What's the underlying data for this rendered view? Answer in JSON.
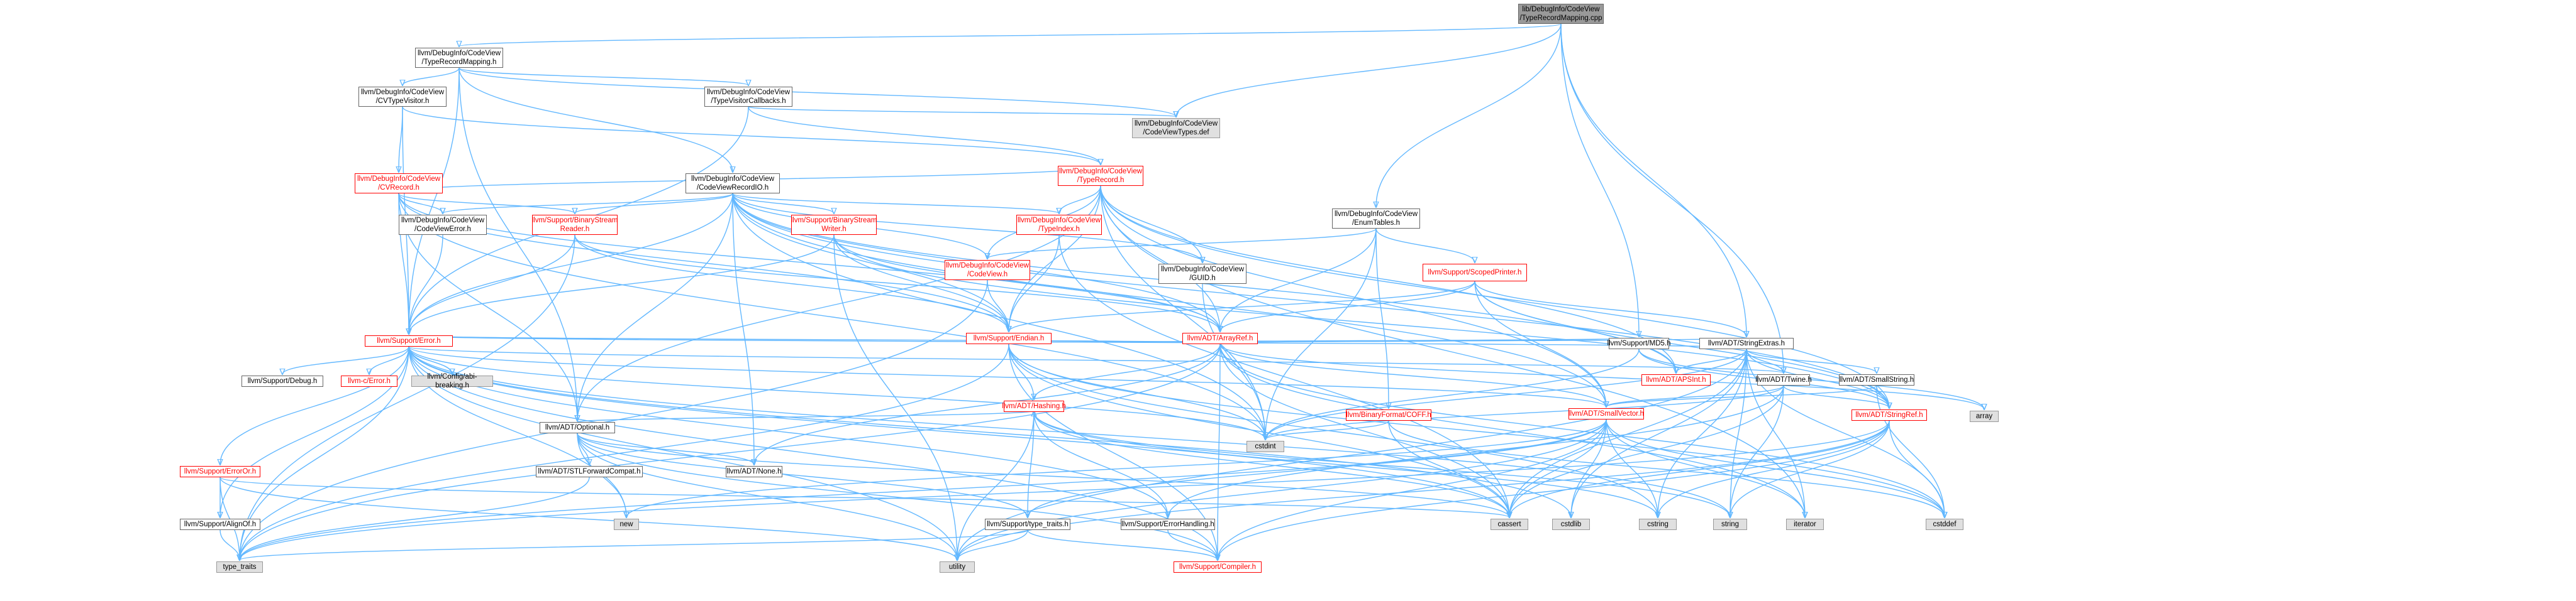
{
  "nodes": [
    {
      "id": "root",
      "label": "lib/DebugInfo/CodeView\n/TypeRecordMapping.cpp",
      "kind": "root"
    },
    {
      "id": "trm",
      "label": "llvm/DebugInfo/CodeView\n/TypeRecordMapping.h",
      "kind": "normal"
    },
    {
      "id": "cvtv",
      "label": "llvm/DebugInfo/CodeView\n/CVTypeVisitor.h",
      "kind": "normal"
    },
    {
      "id": "tvc",
      "label": "llvm/DebugInfo/CodeView\n/TypeVisitorCallbacks.h",
      "kind": "normal"
    },
    {
      "id": "cvtd",
      "label": "llvm/DebugInfo/CodeView\n/CodeViewTypes.def",
      "kind": "grey"
    },
    {
      "id": "tr",
      "label": "llvm/DebugInfo/CodeView\n/TypeRecord.h",
      "kind": "red"
    },
    {
      "id": "cvrio",
      "label": "llvm/DebugInfo/CodeView\n/CodeViewRecordIO.h",
      "kind": "normal"
    },
    {
      "id": "cvrec",
      "label": "llvm/DebugInfo/CodeView\n/CVRecord.h",
      "kind": "red"
    },
    {
      "id": "cverr",
      "label": "llvm/DebugInfo/CodeView\n/CodeViewError.h",
      "kind": "normal"
    },
    {
      "id": "bsr",
      "label": "llvm/Support/BinaryStream\nReader.h",
      "kind": "red"
    },
    {
      "id": "bsw",
      "label": "llvm/Support/BinaryStream\nWriter.h",
      "kind": "red"
    },
    {
      "id": "ti",
      "label": "llvm/DebugInfo/CodeView\n/TypeIndex.h",
      "kind": "red"
    },
    {
      "id": "cv",
      "label": "llvm/DebugInfo/CodeView\n/CodeView.h",
      "kind": "red"
    },
    {
      "id": "guid",
      "label": "llvm/DebugInfo/CodeView\n/GUID.h",
      "kind": "normal"
    },
    {
      "id": "enum",
      "label": "llvm/DebugInfo/CodeView\n/EnumTables.h",
      "kind": "normal"
    },
    {
      "id": "sp",
      "label": "llvm/Support/ScopedPrinter.h",
      "kind": "red"
    },
    {
      "id": "md5",
      "label": "llvm/Support/MD5.h",
      "kind": "normal"
    },
    {
      "id": "strx",
      "label": "llvm/ADT/StringExtras.h",
      "kind": "normal"
    },
    {
      "id": "err",
      "label": "llvm/Support/Error.h",
      "kind": "red"
    },
    {
      "id": "dbg",
      "label": "llvm/Support/Debug.h",
      "kind": "normal"
    },
    {
      "id": "cerr",
      "label": "llvm-c/Error.h",
      "kind": "red"
    },
    {
      "id": "abi",
      "label": "llvm/Config/abi-breaking.h",
      "kind": "grey"
    },
    {
      "id": "endian",
      "label": "llvm/Support/Endian.h",
      "kind": "red"
    },
    {
      "id": "aref",
      "label": "llvm/ADT/ArrayRef.h",
      "kind": "red"
    },
    {
      "id": "apsint",
      "label": "llvm/ADT/APSInt.h",
      "kind": "red"
    },
    {
      "id": "twine",
      "label": "llvm/ADT/Twine.h",
      "kind": "normal"
    },
    {
      "id": "smallstr",
      "label": "llvm/ADT/SmallString.h",
      "kind": "normal"
    },
    {
      "id": "opt",
      "label": "llvm/ADT/Optional.h",
      "kind": "normal"
    },
    {
      "id": "none",
      "label": "llvm/ADT/None.h",
      "kind": "normal"
    },
    {
      "id": "hash",
      "label": "llvm/ADT/Hashing.h",
      "kind": "red"
    },
    {
      "id": "stlfc",
      "label": "llvm/ADT/STLForwardCompat.h",
      "kind": "normal"
    },
    {
      "id": "eor",
      "label": "llvm/Support/ErrorOr.h",
      "kind": "red"
    },
    {
      "id": "alignof",
      "label": "llvm/Support/AlignOf.h",
      "kind": "normal"
    },
    {
      "id": "coff",
      "label": "llvm/BinaryFormat/COFF.h",
      "kind": "red"
    },
    {
      "id": "svec",
      "label": "llvm/ADT/SmallVector.h",
      "kind": "red"
    },
    {
      "id": "sref",
      "label": "llvm/ADT/StringRef.h",
      "kind": "red"
    },
    {
      "id": "tt",
      "label": "llvm/Support/type_traits.h",
      "kind": "normal"
    },
    {
      "id": "ehandle",
      "label": "llvm/Support/ErrorHandling.h",
      "kind": "normal"
    },
    {
      "id": "compiler",
      "label": "llvm/Support/Compiler.h",
      "kind": "red"
    },
    {
      "id": "cstdint",
      "label": "cstdint",
      "kind": "grey"
    },
    {
      "id": "new",
      "label": "new",
      "kind": "grey"
    },
    {
      "id": "cassert",
      "label": "cassert",
      "kind": "grey"
    },
    {
      "id": "cstdlib",
      "label": "cstdlib",
      "kind": "grey"
    },
    {
      "id": "cstring",
      "label": "cstring",
      "kind": "grey"
    },
    {
      "id": "string",
      "label": "string",
      "kind": "grey"
    },
    {
      "id": "iterator",
      "label": "iterator",
      "kind": "grey"
    },
    {
      "id": "cstddef",
      "label": "cstddef",
      "kind": "grey"
    },
    {
      "id": "array",
      "label": "array",
      "kind": "grey"
    },
    {
      "id": "typetraits",
      "label": "type_traits",
      "kind": "grey"
    },
    {
      "id": "utility",
      "label": "utility",
      "kind": "grey"
    }
  ],
  "edges": [
    [
      "root",
      "trm"
    ],
    [
      "root",
      "cvtd"
    ],
    [
      "root",
      "enum"
    ],
    [
      "root",
      "md5"
    ],
    [
      "root",
      "strx"
    ],
    [
      "root",
      "twine"
    ],
    [
      "trm",
      "cvtv"
    ],
    [
      "trm",
      "tvc"
    ],
    [
      "trm",
      "cvrio"
    ],
    [
      "trm",
      "cvtd"
    ],
    [
      "trm",
      "err"
    ],
    [
      "trm",
      "opt"
    ],
    [
      "cvtv",
      "cvrec"
    ],
    [
      "cvtv",
      "tr"
    ],
    [
      "cvtv",
      "err"
    ],
    [
      "tvc",
      "tr"
    ],
    [
      "tvc",
      "cvtd"
    ],
    [
      "tvc",
      "err"
    ],
    [
      "tr",
      "cvrec"
    ],
    [
      "tr",
      "cv"
    ],
    [
      "tr",
      "ti"
    ],
    [
      "tr",
      "guid"
    ],
    [
      "tr",
      "apsint"
    ],
    [
      "tr",
      "aref"
    ],
    [
      "tr",
      "opt"
    ],
    [
      "tr",
      "sref"
    ],
    [
      "tr",
      "svec"
    ],
    [
      "tr",
      "endian"
    ],
    [
      "tr",
      "cstdint"
    ],
    [
      "tr",
      "iterator"
    ],
    [
      "cvrio",
      "cverr"
    ],
    [
      "cvrio",
      "cv"
    ],
    [
      "cvrio",
      "guid"
    ],
    [
      "cvrio",
      "ti"
    ],
    [
      "cvrio",
      "bsr"
    ],
    [
      "cvrio",
      "bsw"
    ],
    [
      "cvrio",
      "err"
    ],
    [
      "cvrio",
      "aref"
    ],
    [
      "cvrio",
      "apsint"
    ],
    [
      "cvrio",
      "svec"
    ],
    [
      "cvrio",
      "sref"
    ],
    [
      "cvrio",
      "opt"
    ],
    [
      "cvrio",
      "none"
    ],
    [
      "cvrio",
      "endian"
    ],
    [
      "cvrio",
      "cstdint"
    ],
    [
      "cvrio",
      "type_traits"
    ],
    [
      "cvrec",
      "cverr"
    ],
    [
      "cvrec",
      "bsr"
    ],
    [
      "cvrec",
      "err"
    ],
    [
      "cvrec",
      "aref"
    ],
    [
      "cvrec",
      "opt"
    ],
    [
      "cvrec",
      "endian"
    ],
    [
      "cvrec",
      "cstdint"
    ],
    [
      "cverr",
      "err"
    ],
    [
      "bsr",
      "err"
    ],
    [
      "bsr",
      "aref"
    ],
    [
      "bsr",
      "endian"
    ],
    [
      "bsr",
      "typetraits"
    ],
    [
      "bsw",
      "err"
    ],
    [
      "bsw",
      "aref"
    ],
    [
      "bsw",
      "endian"
    ],
    [
      "bsw",
      "sref"
    ],
    [
      "bsw",
      "utility"
    ],
    [
      "ti",
      "endian"
    ],
    [
      "ti",
      "cassert"
    ],
    [
      "ti",
      "cinttypes"
    ],
    [
      "cv",
      "endian"
    ],
    [
      "cv",
      "typetraits"
    ],
    [
      "guid",
      "cstdint"
    ],
    [
      "enum",
      "cv"
    ],
    [
      "enum",
      "sp"
    ],
    [
      "enum",
      "coff"
    ],
    [
      "enum",
      "aref"
    ],
    [
      "enum",
      "cstdint"
    ],
    [
      "sp",
      "strx"
    ],
    [
      "sp",
      "apsint"
    ],
    [
      "sp",
      "aref"
    ],
    [
      "sp",
      "sref"
    ],
    [
      "sp",
      "endian"
    ],
    [
      "sp",
      "svec"
    ],
    [
      "md5",
      "sref"
    ],
    [
      "md5",
      "endian"
    ],
    [
      "md5",
      "array"
    ],
    [
      "md5",
      "cstdint"
    ],
    [
      "strx",
      "aref"
    ],
    [
      "strx",
      "apsint"
    ],
    [
      "strx",
      "smallstr"
    ],
    [
      "strx",
      "sref"
    ],
    [
      "strx",
      "twine"
    ],
    [
      "strx",
      "cassert"
    ],
    [
      "strx",
      "cstddef"
    ],
    [
      "strx",
      "cstdint"
    ],
    [
      "strx",
      "cstdlib"
    ],
    [
      "strx",
      "cstring"
    ],
    [
      "strx",
      "iterator"
    ],
    [
      "strx",
      "string"
    ],
    [
      "strx",
      "utility"
    ],
    [
      "err",
      "dbg"
    ],
    [
      "err",
      "cerr"
    ],
    [
      "err",
      "abi"
    ],
    [
      "err",
      "strx"
    ],
    [
      "err",
      "twine"
    ],
    [
      "err",
      "aref"
    ],
    [
      "err",
      "eor"
    ],
    [
      "err",
      "alignof"
    ],
    [
      "err",
      "compiler"
    ],
    [
      "err",
      "ehandle"
    ],
    [
      "err",
      "svec"
    ],
    [
      "err",
      "cassert"
    ],
    [
      "err",
      "cstdint"
    ],
    [
      "err",
      "cstdlib"
    ],
    [
      "err",
      "new"
    ],
    [
      "err",
      "string"
    ],
    [
      "err",
      "utility"
    ],
    [
      "err",
      "typetraits"
    ],
    [
      "err",
      "abi"
    ],
    [
      "endian",
      "compiler"
    ],
    [
      "endian",
      "cassert"
    ],
    [
      "endian",
      "cstddef"
    ],
    [
      "endian",
      "cstdint"
    ],
    [
      "endian",
      "cstring"
    ],
    [
      "endian",
      "typetraits"
    ],
    [
      "endian",
      "hash"
    ],
    [
      "aref",
      "hash"
    ],
    [
      "aref",
      "none"
    ],
    [
      "aref",
      "svec"
    ],
    [
      "aref",
      "compiler"
    ],
    [
      "aref",
      "array"
    ],
    [
      "aref",
      "cassert"
    ],
    [
      "aref",
      "cstddef"
    ],
    [
      "aref",
      "iterator"
    ],
    [
      "aref",
      "typetraits"
    ],
    [
      "twine",
      "svec"
    ],
    [
      "twine",
      "sref"
    ],
    [
      "twine",
      "ehandle"
    ],
    [
      "twine",
      "cassert"
    ],
    [
      "twine",
      "cstdint"
    ],
    [
      "twine",
      "string"
    ],
    [
      "smallstr",
      "svec"
    ],
    [
      "smallstr",
      "sref"
    ],
    [
      "smallstr",
      "cstddef"
    ],
    [
      "opt",
      "none"
    ],
    [
      "opt",
      "hash"
    ],
    [
      "opt",
      "stlfc"
    ],
    [
      "opt",
      "tt"
    ],
    [
      "opt",
      "compiler"
    ],
    [
      "opt",
      "cassert"
    ],
    [
      "opt",
      "new"
    ],
    [
      "opt",
      "utility"
    ],
    [
      "hash",
      "tt"
    ],
    [
      "hash",
      "ehandle"
    ],
    [
      "hash",
      "cassert"
    ],
    [
      "hash",
      "cstring"
    ],
    [
      "hash",
      "string"
    ],
    [
      "hash",
      "utility"
    ],
    [
      "stlfc",
      "typetraits"
    ],
    [
      "eor",
      "alignof"
    ],
    [
      "eor",
      "cassert"
    ],
    [
      "eor",
      "typetraits"
    ],
    [
      "eor",
      "utility"
    ],
    [
      "alignof",
      "typetraits"
    ],
    [
      "coff",
      "cassert"
    ],
    [
      "coff",
      "cstddef"
    ],
    [
      "coff",
      "cstdint"
    ],
    [
      "svec",
      "compiler"
    ],
    [
      "svec",
      "tt"
    ],
    [
      "svec",
      "cassert"
    ],
    [
      "svec",
      "cstddef"
    ],
    [
      "svec",
      "cstdlib"
    ],
    [
      "svec",
      "cstring"
    ],
    [
      "svec",
      "iterator"
    ],
    [
      "svec",
      "new"
    ],
    [
      "svec",
      "typetraits"
    ],
    [
      "svec",
      "utility"
    ],
    [
      "sref",
      "compiler"
    ],
    [
      "sref",
      "cassert"
    ],
    [
      "sref",
      "cstddef"
    ],
    [
      "sref",
      "cstring"
    ],
    [
      "sref",
      "string"
    ],
    [
      "sref",
      "typetraits"
    ],
    [
      "sref",
      "utility"
    ],
    [
      "tt",
      "compiler"
    ],
    [
      "tt",
      "typetraits"
    ],
    [
      "tt",
      "utility"
    ],
    [
      "ehandle",
      "compiler"
    ]
  ]
}
